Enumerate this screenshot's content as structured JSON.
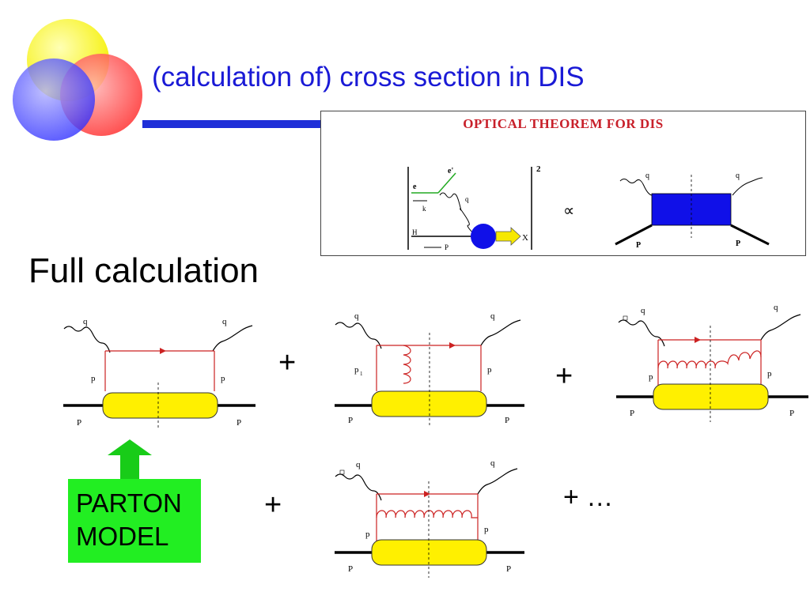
{
  "slide": {
    "title": "(calculation of) cross section in DIS",
    "subtitle": "Full calculation",
    "plus_signs": [
      "+",
      "+",
      "+"
    ],
    "plus_ellipsis": "+ …",
    "parton_model_label": "PARTON\nMODEL",
    "colors": {
      "title": "#1a1ad6",
      "title_bar": "#1f2fd8",
      "parton_box": "#22ee22",
      "arrow": "#18cc18",
      "blob": "#fff000",
      "quark_line": "#cc2222",
      "optical_title": "#c8202a",
      "optical_blob": "#1010e8"
    }
  },
  "optical_theorem": {
    "title": "OPTICAL THEOREM FOR DIS",
    "labels": {
      "e": "e",
      "e_prime": "e'",
      "k": "k",
      "q": "q",
      "H": "H",
      "P": "P",
      "X": "X",
      "squared": "2",
      "proportional": "∝"
    }
  },
  "diagrams": {
    "labels": {
      "q": "q",
      "p": "p",
      "p1": "p",
      "p1_sub": "1",
      "P": "P"
    }
  }
}
